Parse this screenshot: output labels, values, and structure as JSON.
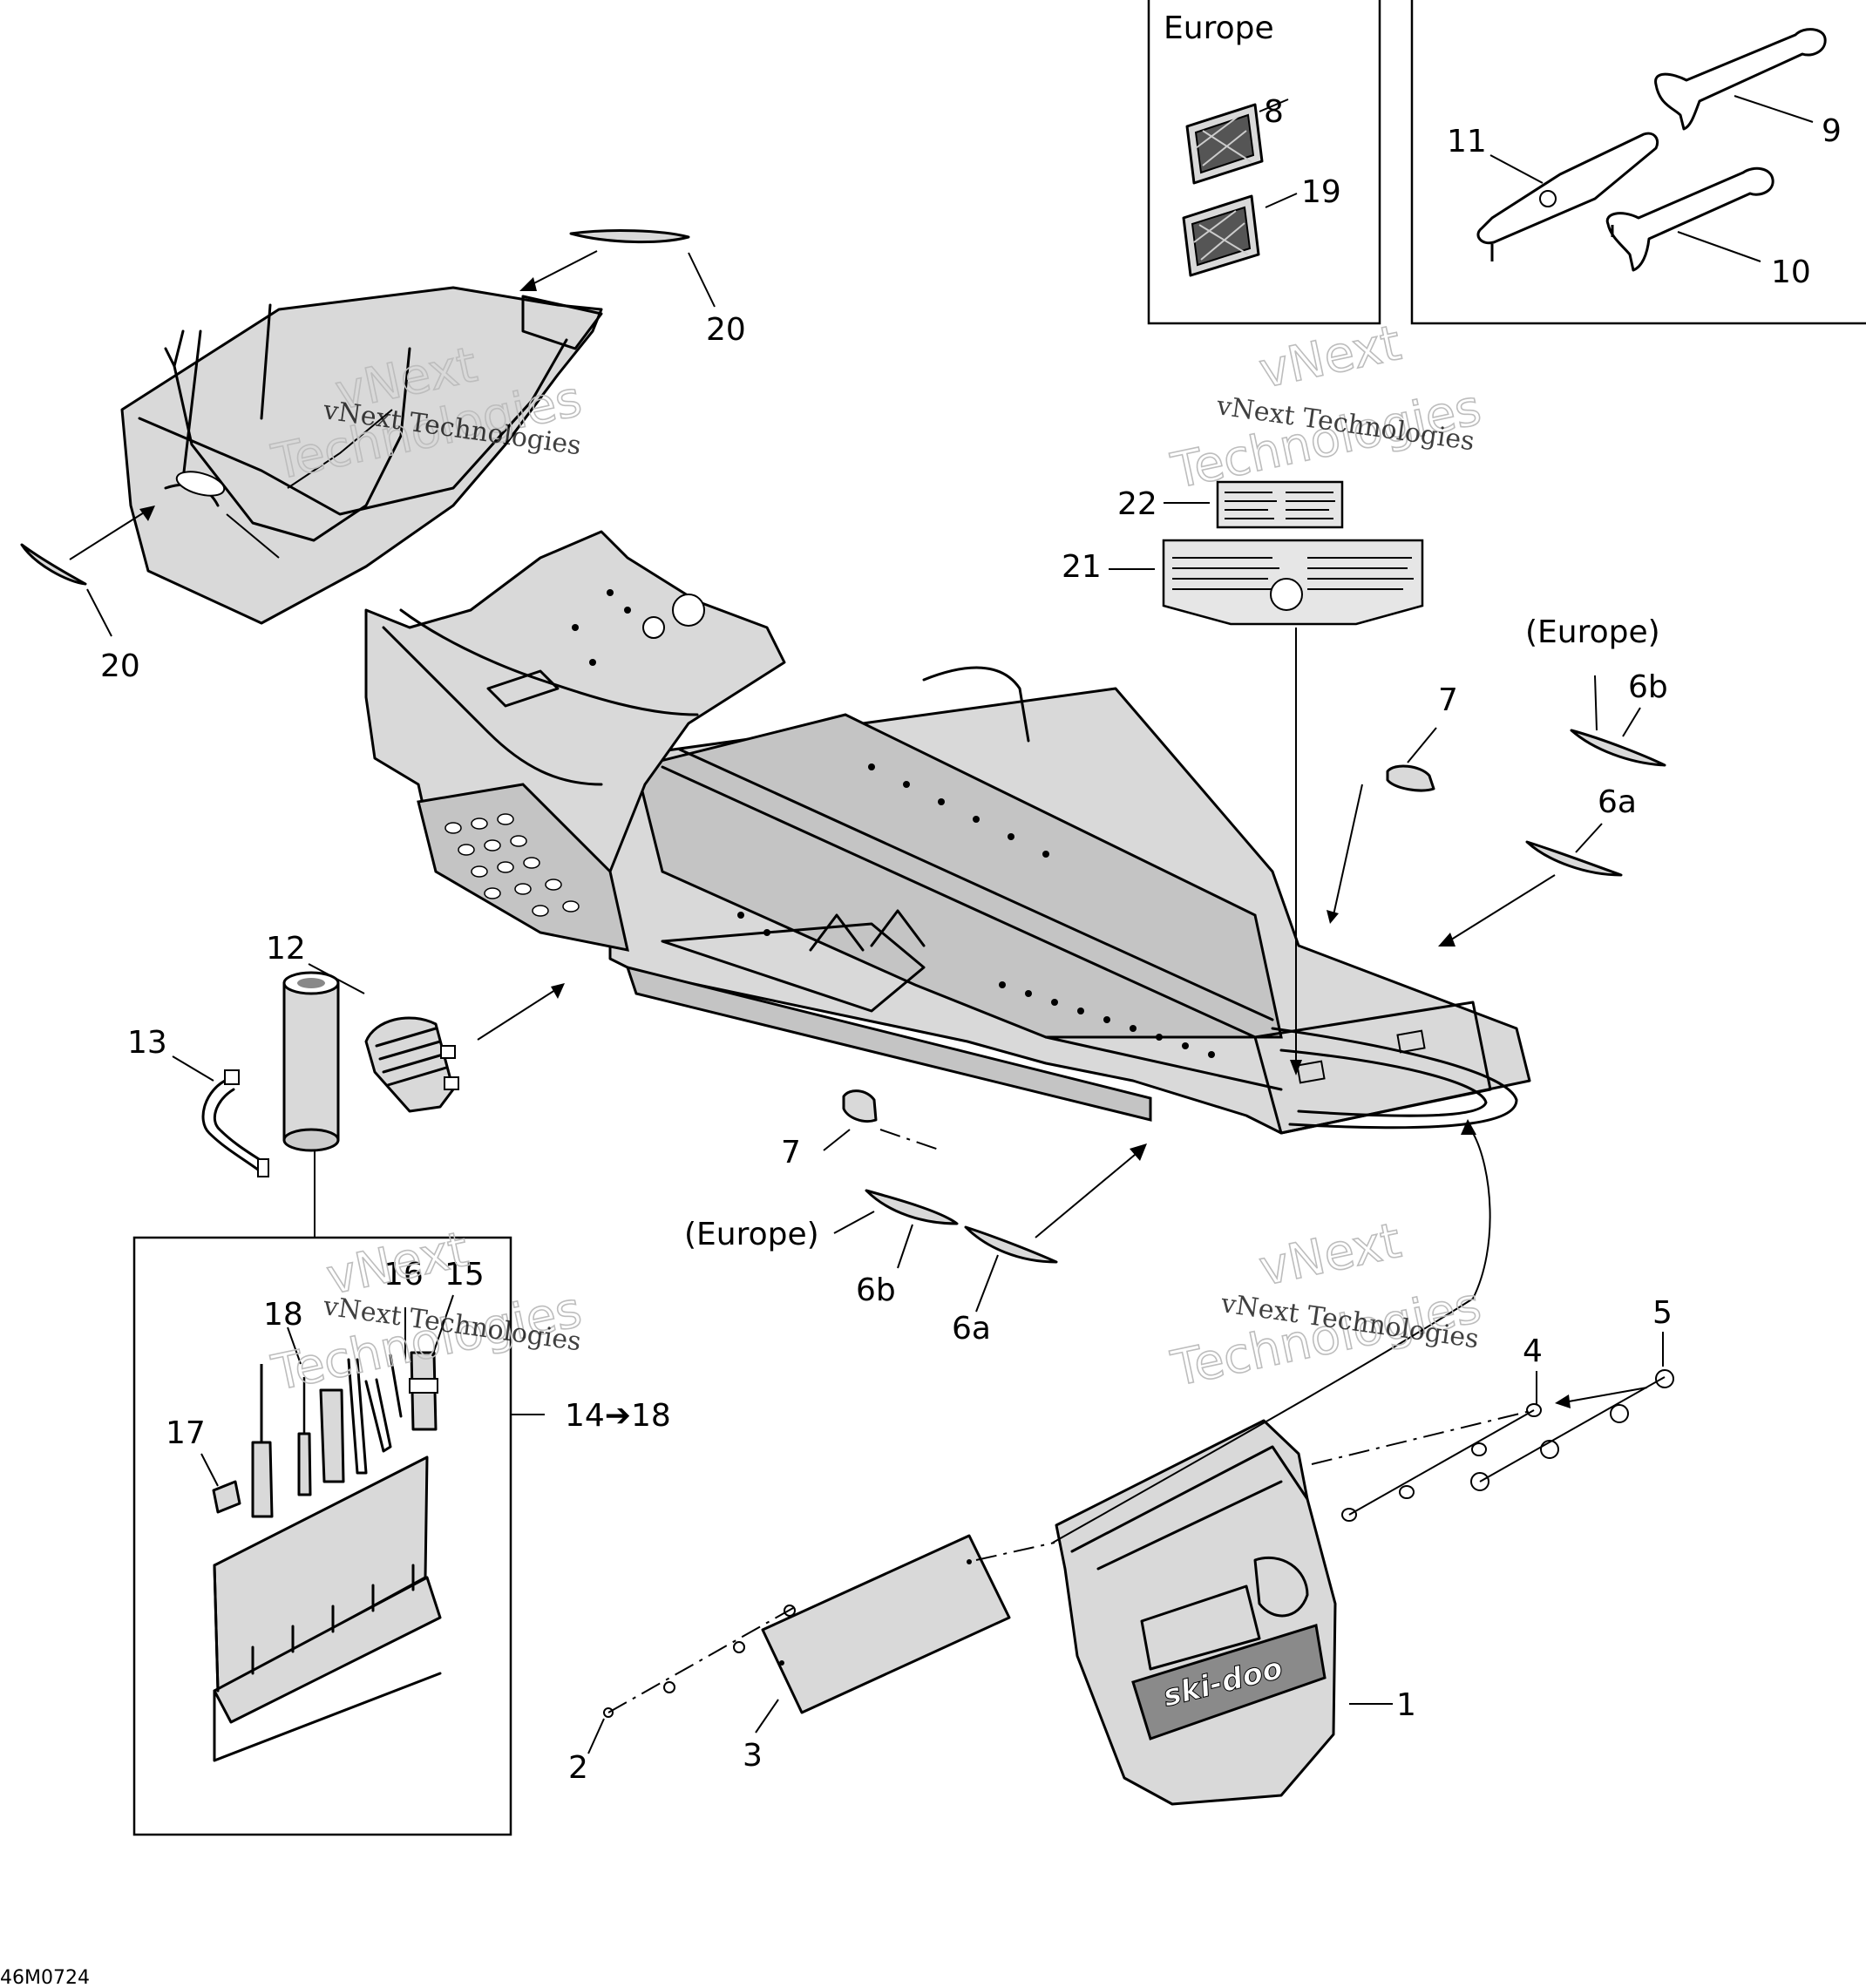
{
  "callouts": {
    "c1": "1",
    "c2": "2",
    "c3": "3",
    "c4": "4",
    "c5": "5",
    "c6a_upper": "6a",
    "c6b_upper": "6b",
    "c6a_lower": "6a",
    "c6b_lower": "6b",
    "c7_upper": "7",
    "c7_lower": "7",
    "c8": "8",
    "c9": "9",
    "c10": "10",
    "c11": "11",
    "c12": "12",
    "c13": "13",
    "c14_18": "14➔18",
    "c15": "15",
    "c16": "16",
    "c17": "17",
    "c18": "18",
    "c19": "19",
    "c20_upper": "20",
    "c20_left": "20",
    "c21": "21",
    "c22": "22"
  },
  "region_labels": {
    "europe_box": "Europe",
    "europe_upper_right": "(Europe)",
    "europe_lower": "(Europe)"
  },
  "watermark": {
    "line1": "vNext Technologies",
    "line2": "vNext",
    "line3": "Technologies"
  },
  "drawing_code": "46M0724"
}
